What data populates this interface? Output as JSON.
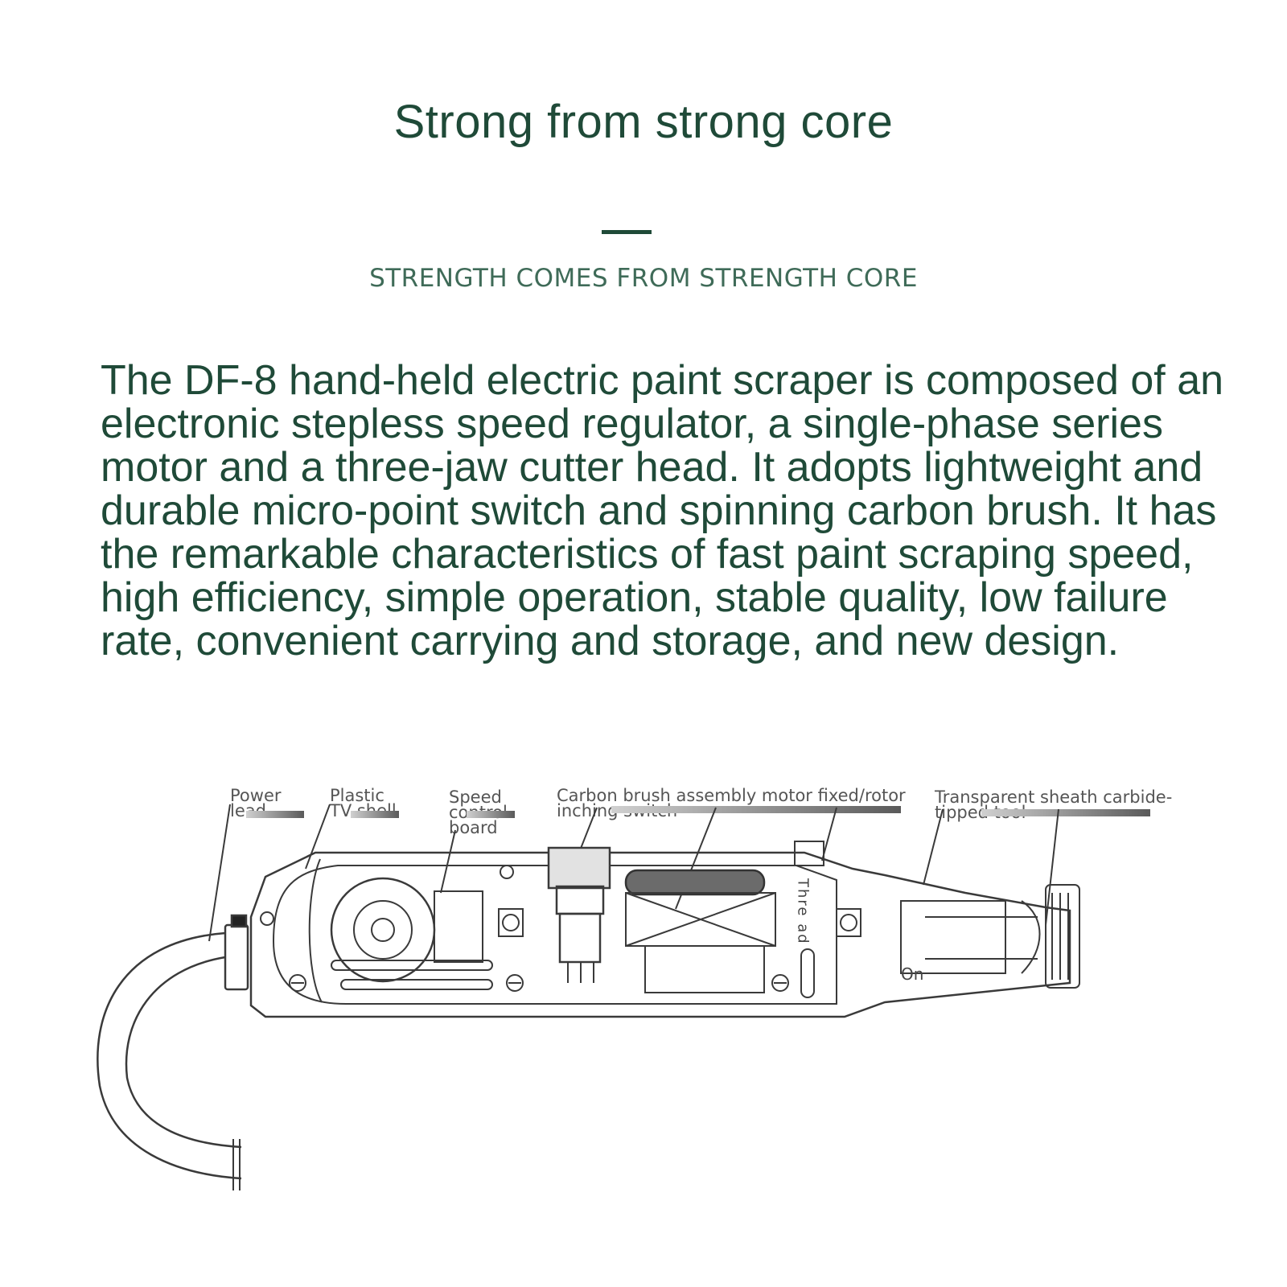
{
  "header": {
    "title": "Strong from strong core",
    "subtitle": "STRENGTH COMES FROM STRENGTH CORE"
  },
  "description": "The DF-8 hand-held electric paint scraper is composed of an electronic stepless speed regulator, a single-phase series motor and a three-jaw cutter head. It adopts lightweight and durable micro-point switch and spinning carbon brush. It has the remarkable characteristics of fast paint scraping speed, high efficiency, simple operation, stable quality, low failure rate, convenient carrying and storage, and new design.",
  "diagram": {
    "labels": {
      "power_lead": [
        "Power",
        "lead"
      ],
      "plastic_shell": [
        "Plastic",
        "TV shell"
      ],
      "speed_board": [
        "Speed",
        "control",
        "board"
      ],
      "carbon_brush": [
        "Carbon brush assembly motor fixed/rotor",
        "inching switch"
      ],
      "transparent_sheath": [
        "Transparent sheath carbide-",
        "tipped tool"
      ]
    },
    "inline": {
      "thread_vertical": "Thre ad",
      "on": "On"
    }
  }
}
